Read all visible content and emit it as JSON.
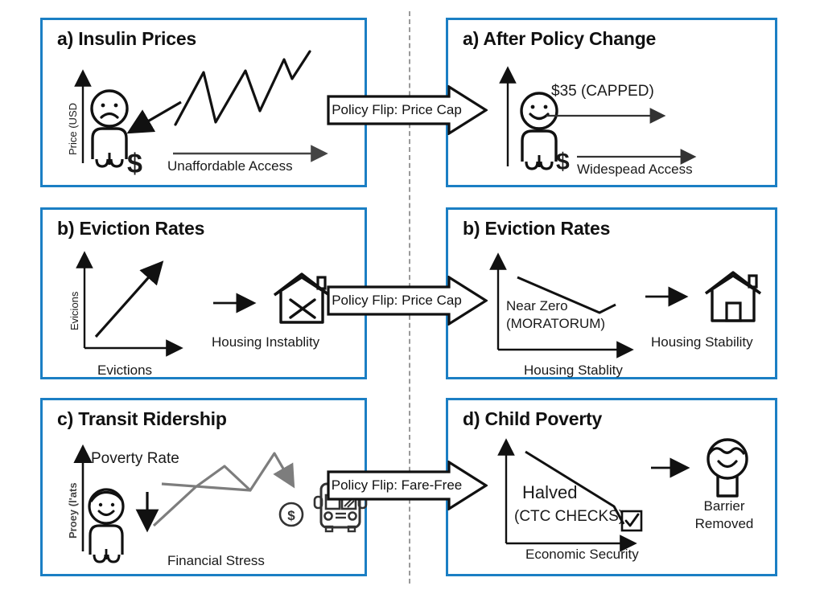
{
  "figure": {
    "background": "#ffffff",
    "brand_color": "#1b7fc4",
    "divider_color": "#9a9a9a",
    "ink_color": "#1a1a1a",
    "grey_series_color": "#7d7d7d"
  },
  "arrows": [
    {
      "id": "flip-1",
      "label": "Policy Flip: Price Cap"
    },
    {
      "id": "flip-2",
      "label": "Policy Flip: Price Cap"
    },
    {
      "id": "flip-3",
      "label": "Policy Flip: Fare-Free"
    }
  ],
  "panels": {
    "insulin_before": {
      "title": "a) Insulin Prices",
      "y_axis_label": "Price (USD",
      "x_axis_label": "Unaffordable Access",
      "money_symbol": "$",
      "person_mood": "sad",
      "trend": "rising-zigzag"
    },
    "insulin_after": {
      "title": "a) After Policy Change",
      "top_annotation": "$35 (CAPPED)",
      "x_axis_label": "Widespead Access",
      "money_symbol": "$",
      "person_mood": "happy",
      "trend": "flat-capped"
    },
    "eviction_before": {
      "title": "b) Eviction Rates",
      "y_axis_label": "Evicions",
      "x_axis_label": "Evictions",
      "outcome_label": "Housing Instablity",
      "house_state": "crossed-out",
      "trend": "rising-line"
    },
    "eviction_after": {
      "title": "b) Eviction Rates",
      "annotation_line1": "Near Zero",
      "annotation_line2": "(MORATORUM)",
      "x_axis_label": "Housing Stablity",
      "outcome_label": "Housing Stability",
      "house_state": "intact",
      "trend": "declining-line"
    },
    "transit": {
      "title": "c) Transit Ridership",
      "y_axis_label": "Proey (l'ats",
      "inline_label": "Poverty Rate",
      "x_axis_label": "Financial Stress",
      "person_mood": "happy",
      "icons": [
        "dollar-coin",
        "bus"
      ],
      "trend": "volatile-down"
    },
    "child_poverty": {
      "title": "d) Child Poverty",
      "annotation_line1": "Halved",
      "annotation_line2": "(CTC CHECKS)",
      "x_axis_label": "Economic Security",
      "outcome_line1": "Barrier",
      "outcome_line2": "Removed",
      "checkbox_state": "checked",
      "trend": "declining-line"
    }
  },
  "chart_data": [
    {
      "id": "insulin-before-series",
      "type": "line",
      "title": "a) Insulin Prices",
      "ylabel": "Price (USD",
      "xlabel": "Unaffordable Access",
      "x": [
        0,
        1,
        2,
        3,
        4,
        5,
        6,
        7
      ],
      "values": [
        10,
        72,
        12,
        62,
        20,
        80,
        62,
        92
      ],
      "ylim": [
        0,
        100
      ],
      "grid": false,
      "legend": "none",
      "annotations": [
        "Unaffordable Access"
      ]
    },
    {
      "id": "insulin-after-series",
      "type": "line",
      "title": "a) After Policy Change",
      "ylabel": "",
      "xlabel": "Widespead Access",
      "x": [
        0,
        1
      ],
      "values": [
        35,
        35
      ],
      "ylim": [
        0,
        100
      ],
      "grid": false,
      "legend": "none",
      "annotations": [
        "$35 (CAPPED)",
        "Widespead Access"
      ]
    },
    {
      "id": "eviction-before-series",
      "type": "line",
      "title": "b) Eviction Rates",
      "ylabel": "Evicions",
      "xlabel": "Evictions",
      "x": [
        0,
        1
      ],
      "values": [
        15,
        90
      ],
      "ylim": [
        0,
        100
      ],
      "grid": false,
      "legend": "none",
      "annotations": [
        "Housing Instablity"
      ]
    },
    {
      "id": "eviction-after-series",
      "type": "line",
      "title": "b) Eviction Rates",
      "ylabel": "",
      "xlabel": "Housing Stablity",
      "x": [
        0,
        1,
        2
      ],
      "values": [
        85,
        38,
        44
      ],
      "ylim": [
        0,
        100
      ],
      "grid": false,
      "legend": "none",
      "annotations": [
        "Near Zero",
        "(MORATORUM)",
        "Housing Stability"
      ]
    },
    {
      "id": "transit-series",
      "type": "line",
      "title": "c) Transit Ridership",
      "ylabel": "Proey (l'ats",
      "xlabel": "Financial Stress",
      "x": [
        0,
        1,
        2,
        3,
        4,
        5
      ],
      "values": [
        10,
        48,
        72,
        40,
        86,
        38
      ],
      "ylim": [
        0,
        100
      ],
      "grid": false,
      "legend": "none",
      "annotations": [
        "Poverty Rate",
        "Financial Stress"
      ]
    },
    {
      "id": "child-poverty-series",
      "type": "line",
      "title": "d) Child Poverty",
      "ylabel": "",
      "xlabel": "Economic Security",
      "x": [
        0,
        1,
        2
      ],
      "values": [
        88,
        30,
        18
      ],
      "ylim": [
        0,
        100
      ],
      "grid": false,
      "legend": "none",
      "annotations": [
        "Halved",
        "(CTC CHECKS)",
        "Barrier",
        "Removed"
      ]
    }
  ]
}
